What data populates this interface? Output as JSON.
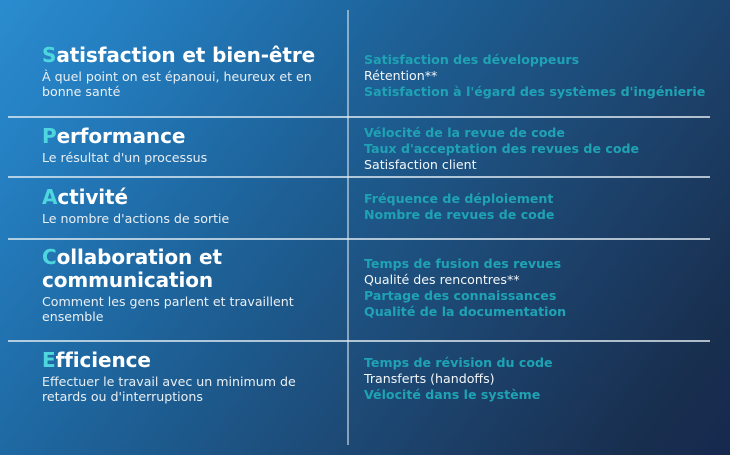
{
  "slide": {
    "accent_teal": "#1fa3b4",
    "initial_teal": "#4ed6de",
    "text_white": "#ffffff",
    "bg_gradient_from": "#2a8cce",
    "bg_gradient_to": "#16294f",
    "rows": [
      {
        "initial": "S",
        "title_rest": "atisfaction et bien-être",
        "description": "À quel point on est épanoui, heureux et en bonne santé",
        "metrics": [
          {
            "label": "Satisfaction des développeurs",
            "style": "key"
          },
          {
            "label": "Rétention**",
            "style": "plain"
          },
          {
            "label": "Satisfaction à l'égard des systèmes d'ingénierie",
            "style": "key"
          }
        ]
      },
      {
        "initial": "P",
        "title_rest": "erformance",
        "description": "Le résultat d'un processus",
        "metrics": [
          {
            "label": "Vélocité de la revue de code",
            "style": "key"
          },
          {
            "label": "Taux d'acceptation des revues de code",
            "style": "key"
          },
          {
            "label": "Satisfaction client",
            "style": "plain"
          }
        ]
      },
      {
        "initial": "A",
        "title_rest": "ctivité",
        "description": "Le nombre d'actions de sortie",
        "metrics": [
          {
            "label": "Fréquence de déploiement",
            "style": "key"
          },
          {
            "label": "Nombre de revues de code",
            "style": "key"
          }
        ]
      },
      {
        "initial": "C",
        "title_rest": "ollaboration et\ncommunication",
        "description": "Comment les gens parlent et travaillent ensemble",
        "metrics": [
          {
            "label": "Temps de fusion des revues",
            "style": "key"
          },
          {
            "label": "Qualité des rencontres**",
            "style": "plain"
          },
          {
            "label": "Partage des connaissances",
            "style": "key"
          },
          {
            "label": "Qualité de la documentation",
            "style": "key"
          }
        ]
      },
      {
        "initial": "E",
        "title_rest": "fficience",
        "description": "Effectuer le travail avec un minimum de retards ou d'interruptions",
        "metrics": [
          {
            "label": "Temps de révision du code",
            "style": "key"
          },
          {
            "label": "Transferts (handoffs)",
            "style": "plain"
          },
          {
            "label": "Vélocité dans le système",
            "style": "key"
          }
        ]
      }
    ]
  }
}
